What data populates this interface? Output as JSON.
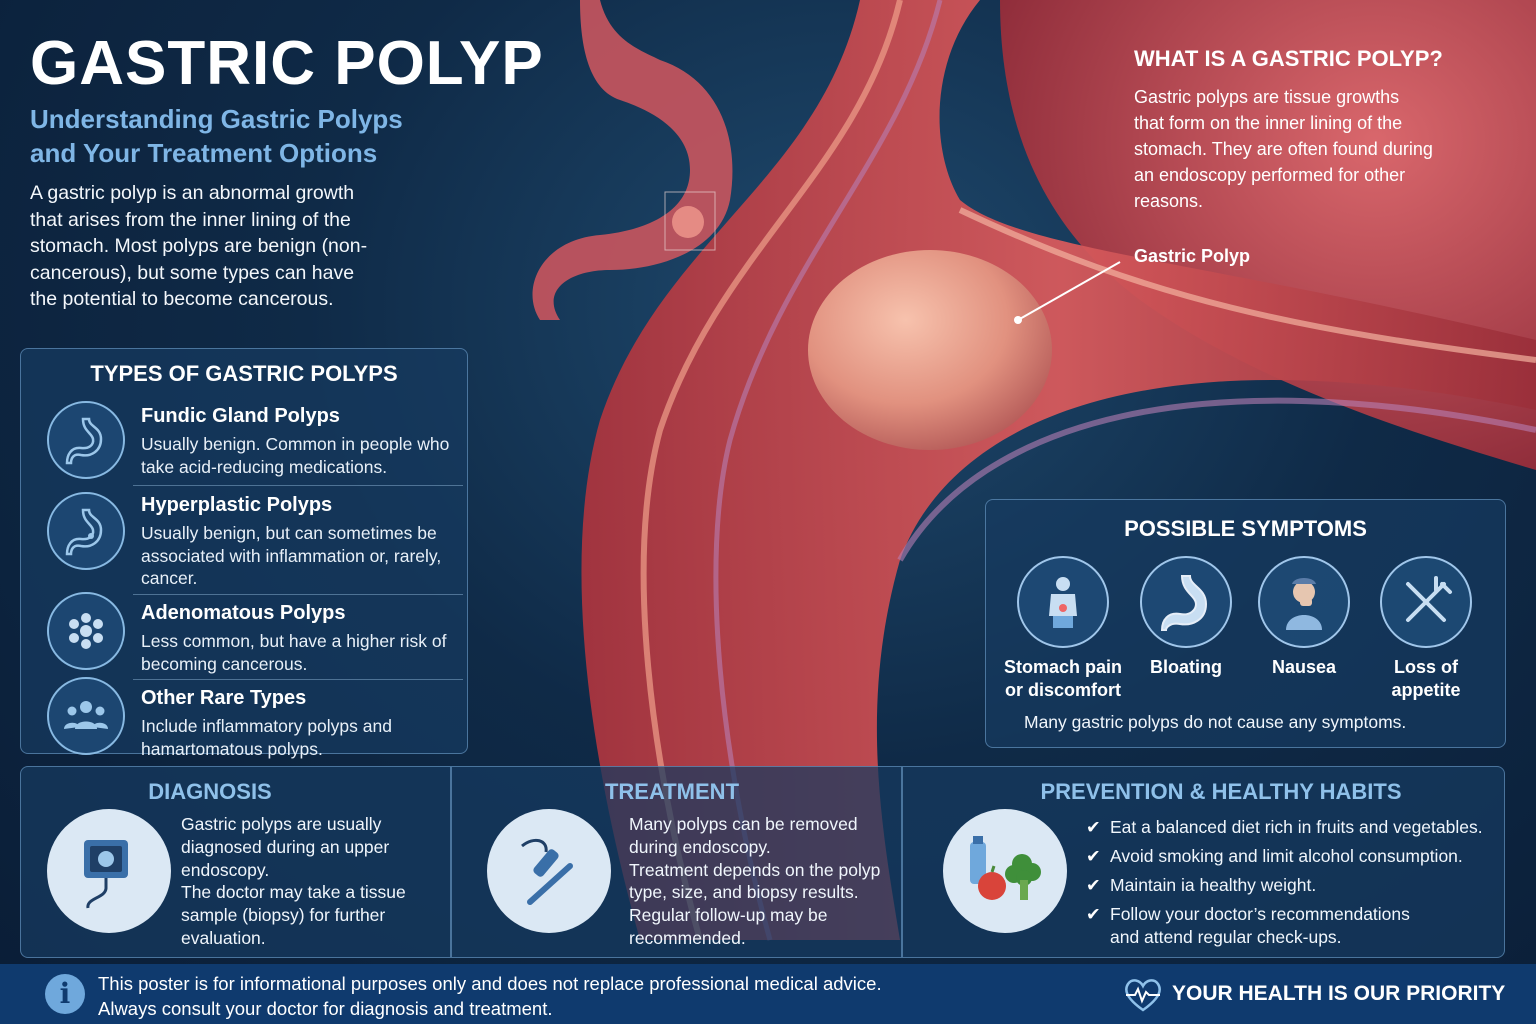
{
  "header": {
    "title": "GASTRIC POLYP",
    "subtitle_line1": "Understanding Gastric Polyps",
    "subtitle_line2": "and Your Treatment Options",
    "intro": "A gastric polyp is an abnormal growth that arises from the inner lining of the stomach. Most polyps are benign (non-cancerous), but some types can have the potential to become cancerous."
  },
  "types": {
    "heading": "TYPES OF GASTRIC POLYPS",
    "items": [
      {
        "name": "Fundic Gland Polyps",
        "desc": "Usually benign. Common in people who take acid-reducing medications.",
        "icon": "stomach-icon"
      },
      {
        "name": "Hyperplastic Polyps",
        "desc": "Usually benign, but can sometimes be associated with inflammation or, rarely, cancer.",
        "icon": "stomach-icon"
      },
      {
        "name": "Adenomatous Polyps",
        "desc": "Less common, but have a higher risk of becoming cancerous.",
        "icon": "cell-cluster-icon"
      },
      {
        "name": "Other Rare Types",
        "desc": "Include inflammatory polyps and hamartomatous polyps.",
        "icon": "people-group-icon"
      }
    ]
  },
  "what": {
    "heading": "WHAT IS A GASTRIC POLYP?",
    "text": "Gastric polyps are tissue growths that form on the inner lining of the stomach. They are often found during an endoscopy performed for other reasons.",
    "polyp_label": "Gastric Polyp"
  },
  "symptoms": {
    "heading": "POSSIBLE SYMPTOMS",
    "items": [
      {
        "label1": "Stomach pain",
        "label2": "or discomfort",
        "icon": "stomach-pain-icon"
      },
      {
        "label1": "Bloating",
        "label2": "",
        "icon": "bloating-icon"
      },
      {
        "label1": "Nausea",
        "label2": "",
        "icon": "nausea-icon"
      },
      {
        "label1": "Loss of appetite",
        "label2": "",
        "icon": "fork-knife-cross-icon"
      }
    ],
    "note": "Many gastric polyps do not cause any symptoms."
  },
  "diagnosis": {
    "heading": "DIAGNOSIS",
    "text1": "Gastric polyps are usually diagnosed during an upper endoscopy.",
    "text2": "The doctor may take a tissue sample (biopsy) for further evaluation."
  },
  "treatment": {
    "heading": "TREATMENT",
    "text1": "Many polyps can be removed during endoscopy.",
    "text2": "Treatment depends on the polyp type, size, and biopsy results.",
    "text3": "Regular follow-up may be recommended."
  },
  "prevention": {
    "heading": "PREVENTION & HEALTHY HABITS",
    "items": [
      "Eat a balanced diet rich in fruits and vegetables.",
      "Avoid smoking and limit alcohol consumption.",
      "Maintain ia healthy weight.",
      "Follow your doctor’s recommendations and attend regular check-ups."
    ]
  },
  "footer": {
    "disclaimer_line1": "This poster is for informational purposes only and does not replace professional medical advice.",
    "disclaimer_line2": "Always consult your doctor for diagnosis and treatment.",
    "priority": "YOUR HEALTH IS OUR PRIORITY"
  }
}
